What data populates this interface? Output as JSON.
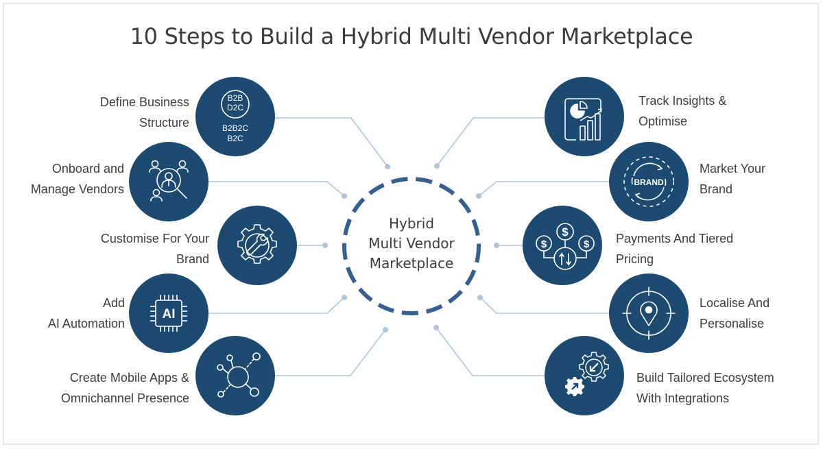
{
  "title": "10 Steps to Build a Hybrid Multi Vendor Marketplace",
  "center": {
    "lines": [
      "Hybrid",
      "Multi Vendor",
      "Marketplace"
    ]
  },
  "colors": {
    "circle_fill": "#1c4a70",
    "dashed_ring": "#365f92",
    "connector": "#b0c3dc",
    "text": "#3d3d3d"
  },
  "steps": [
    {
      "side": "left",
      "lines": [
        "Define Business",
        "Structure"
      ],
      "icon": "business-models-icon",
      "icon_text": [
        "B2B",
        "D2C",
        "B2B2C",
        "B2C"
      ]
    },
    {
      "side": "left",
      "lines": [
        "Onboard and",
        "Manage Vendors"
      ],
      "icon": "vendor-search-icon"
    },
    {
      "side": "left",
      "lines": [
        "Customise For Your",
        "Brand"
      ],
      "icon": "gear-wrench-icon"
    },
    {
      "side": "left",
      "lines": [
        "Add",
        "AI Automation"
      ],
      "icon": "ai-chip-icon",
      "icon_text": [
        "AI"
      ]
    },
    {
      "side": "left",
      "lines": [
        "Create Mobile Apps &",
        "Omnichannel Presence"
      ],
      "icon": "network-hub-icon"
    },
    {
      "side": "right",
      "lines": [
        "Track Insights &",
        "Optimise"
      ],
      "icon": "analytics-report-icon"
    },
    {
      "side": "right",
      "lines": [
        "Market Your",
        "Brand"
      ],
      "icon": "brand-cycle-icon",
      "icon_text": [
        "BRAND"
      ]
    },
    {
      "side": "right",
      "lines": [
        "Payments And Tiered",
        "Pricing"
      ],
      "icon": "payments-exchange-icon",
      "icon_text": [
        "$",
        "$",
        "$"
      ]
    },
    {
      "side": "right",
      "lines": [
        "Localise And",
        "Personalise"
      ],
      "icon": "location-target-icon"
    },
    {
      "side": "right",
      "lines": [
        "Build Tailored Ecosystem",
        "With Integrations"
      ],
      "icon": "integration-gears-icon"
    }
  ]
}
